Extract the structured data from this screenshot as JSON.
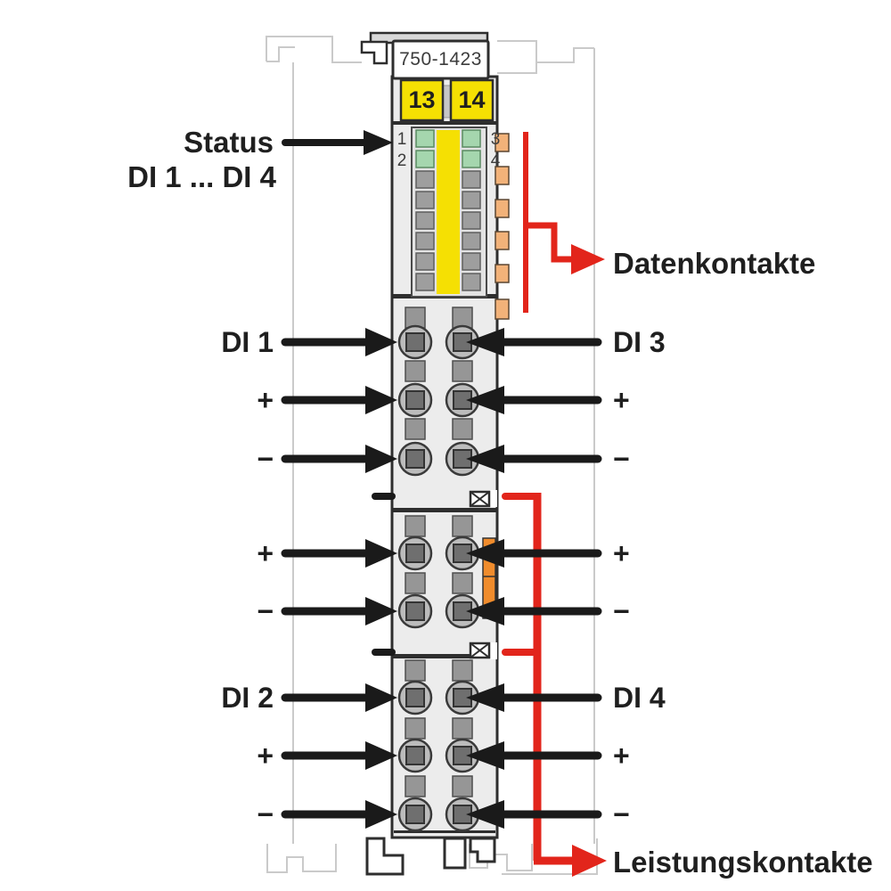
{
  "module": {
    "part_number": "750-1423",
    "terminals": [
      "13",
      "14"
    ],
    "led_numbers": [
      "1",
      "2",
      "3",
      "4"
    ]
  },
  "labels": {
    "status_line1": "Status",
    "status_line2": "DI 1 ... DI 4",
    "datenkontakte": "Datenkontakte",
    "leistungskontakte": "Leistungskontakte",
    "left_rows": [
      "DI 1",
      "+",
      "−",
      "+",
      "−",
      "DI 2",
      "+",
      "−"
    ],
    "right_rows": [
      "DI 3",
      "+",
      "−",
      "+",
      "−",
      "DI 4",
      "+",
      "−"
    ]
  },
  "colors": {
    "wago_yellow": "#F5E003",
    "signal_red": "#E2251B",
    "led_green": "#A5D6AE",
    "contact_orange": "#F2B279",
    "latch_orange": "#F08C2C",
    "ink_black": "#1A1A1A"
  }
}
